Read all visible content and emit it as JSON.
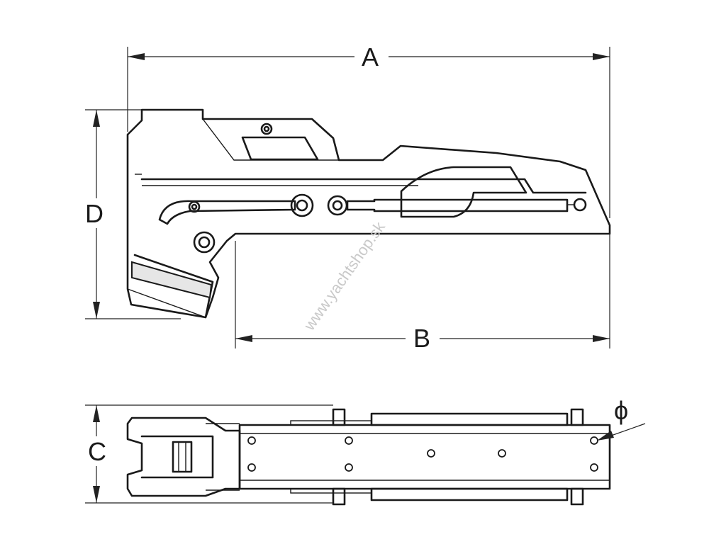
{
  "dimensions": {
    "a": "A",
    "b": "B",
    "c": "C",
    "d": "D",
    "diameter": "ϕ"
  },
  "watermark": "www.yachtshop.sk"
}
